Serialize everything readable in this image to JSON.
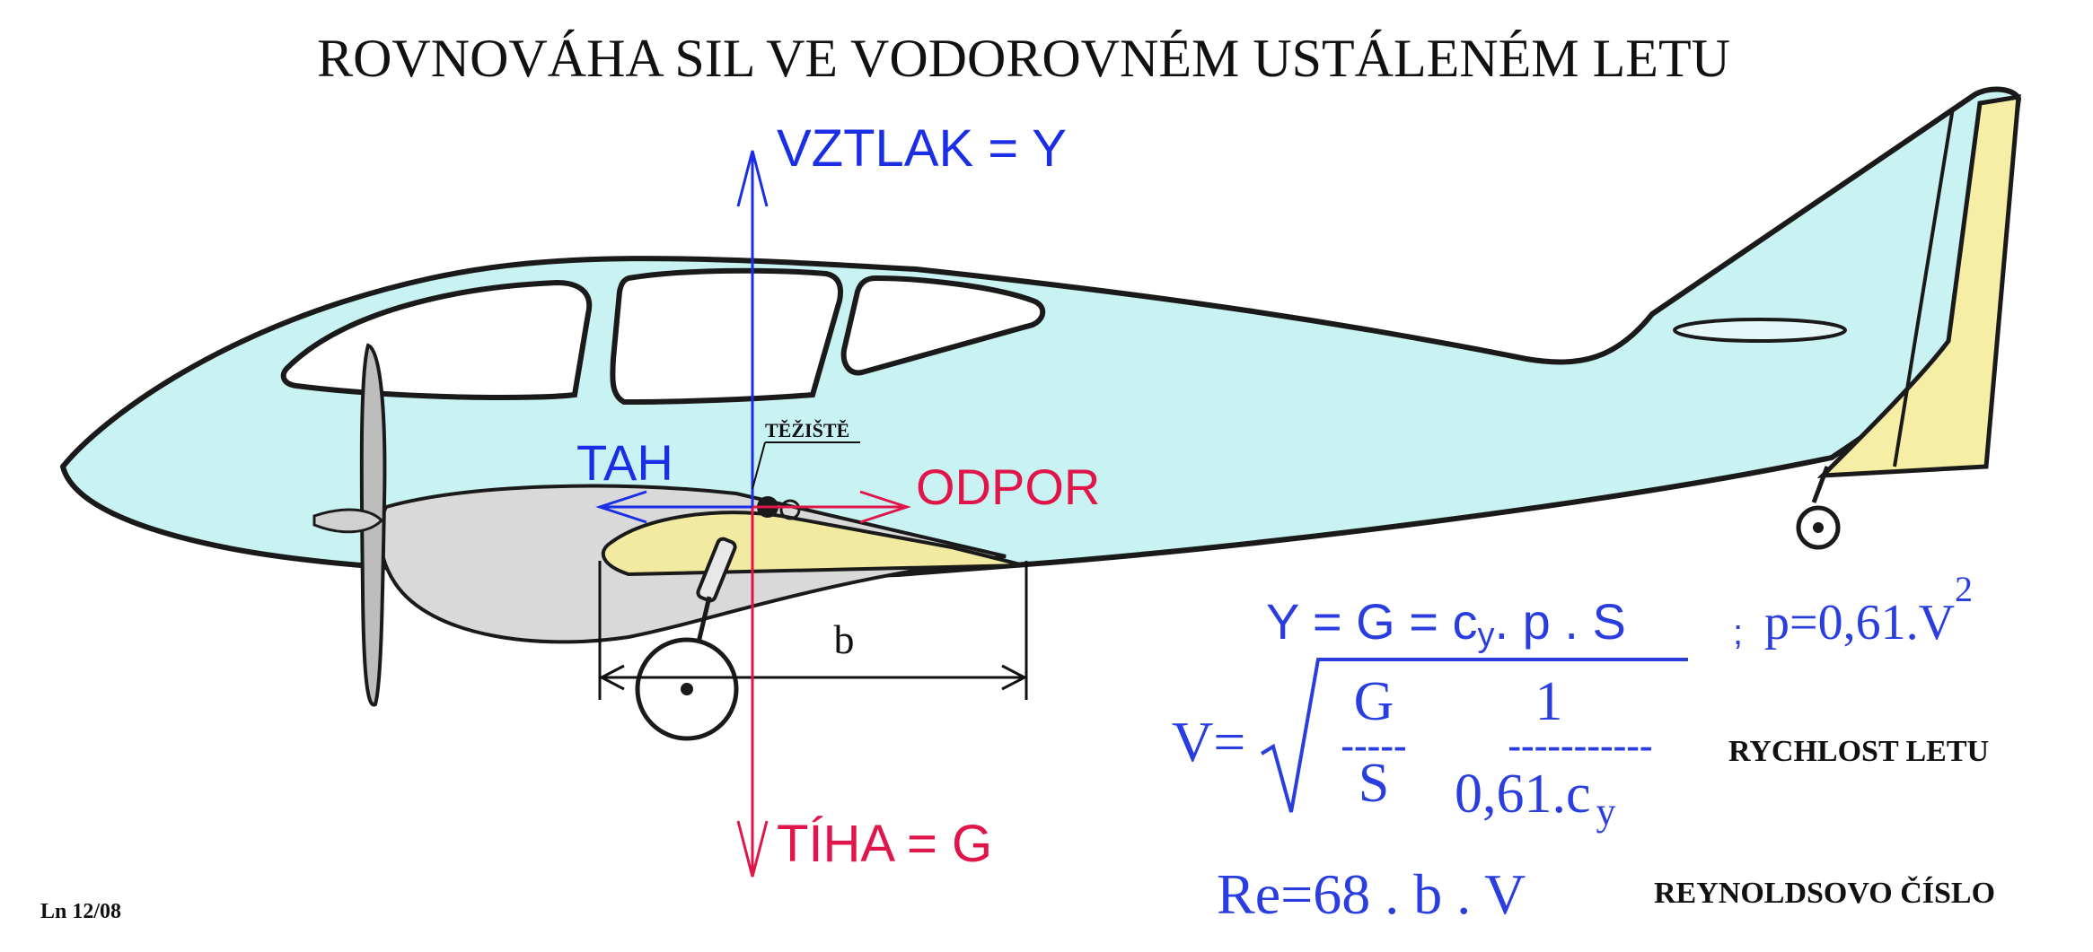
{
  "title": "ROVNOVÁHA SIL VE VODOROVNÉM USTÁLENÉM LETU",
  "forces": {
    "lift": "VZTLAK = Y",
    "weight": "TÍHA = G",
    "thrust": "TAH",
    "drag": "ODPOR",
    "center_of_gravity": "TĚŽIŠTĚ",
    "chord": "b"
  },
  "formulas": {
    "lift_eq": "Y = G = c",
    "lift_eq_sub": "y",
    "lift_eq_rest": ". p . S",
    "separator": ";",
    "density": "p=0,61.V",
    "density_exp": "2",
    "speed_lhs": "V=",
    "speed_num1": "G",
    "speed_den1": "S",
    "speed_num2": "1",
    "speed_den2": "0,61.c",
    "speed_den2_sub": "y",
    "speed_dash1": "-----",
    "speed_dash2": "-----------",
    "speed_label": "RYCHLOST  LETU",
    "reynolds": "Re=68 . b . V",
    "reynolds_label": "REYNOLDSOVO ČÍSLO"
  },
  "footer": {
    "code": "Ln 12/08"
  },
  "colors": {
    "lift_blue": "#1a2ee6",
    "weight_red": "#e0164a",
    "formula_blue": "#2a3ee0",
    "fuselage": "#c9f2f2",
    "wing_root": "#f2eaa0",
    "cowling": "#d9d9d9",
    "outline": "#1a1a1a"
  }
}
